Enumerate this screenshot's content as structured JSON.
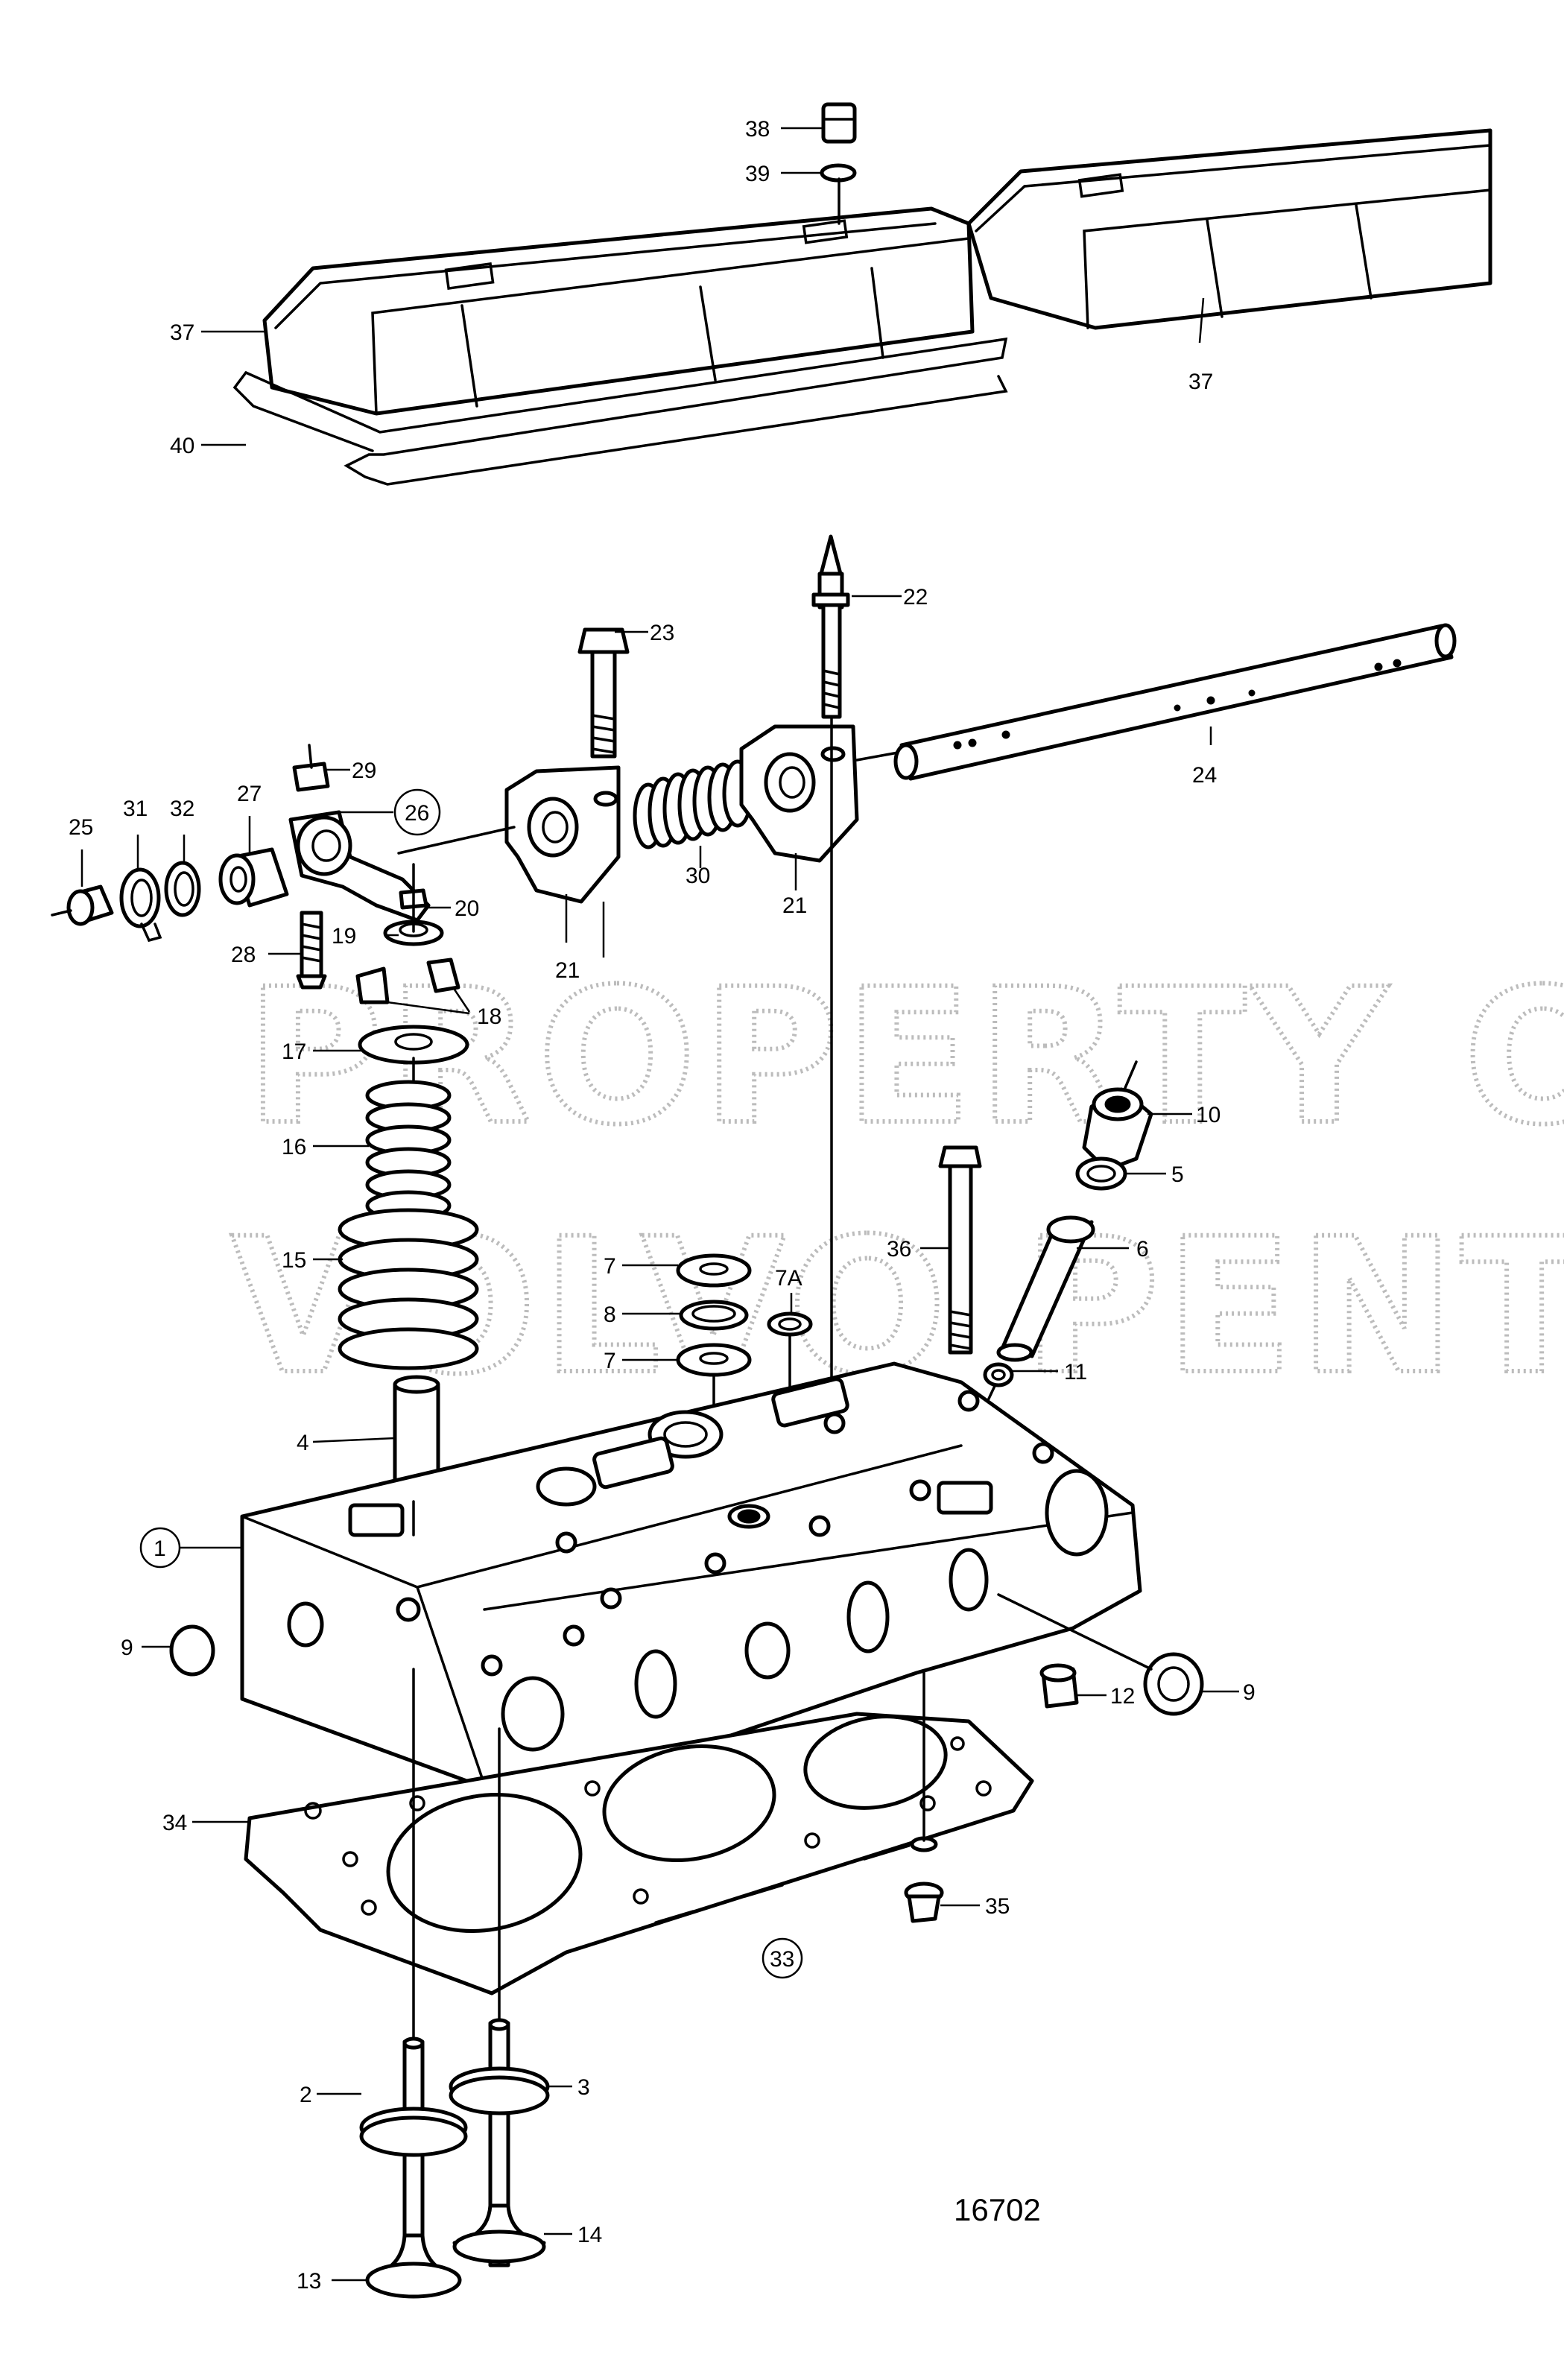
{
  "drawing_number": "16702",
  "watermark": {
    "line1": "PROPERTY OF",
    "line2": "VOLVO PENTA"
  },
  "callouts": [
    {
      "id": "c38",
      "label": "38",
      "circled": false
    },
    {
      "id": "c39",
      "label": "39",
      "circled": false
    },
    {
      "id": "c37a",
      "label": "37",
      "circled": false
    },
    {
      "id": "c37b",
      "label": "37",
      "circled": false
    },
    {
      "id": "c40",
      "label": "40",
      "circled": false
    },
    {
      "id": "c22",
      "label": "22",
      "circled": false
    },
    {
      "id": "c23",
      "label": "23",
      "circled": false
    },
    {
      "id": "c24",
      "label": "24",
      "circled": false
    },
    {
      "id": "c29",
      "label": "29",
      "circled": false
    },
    {
      "id": "c26",
      "label": "26",
      "circled": true
    },
    {
      "id": "c25",
      "label": "25",
      "circled": false
    },
    {
      "id": "c31",
      "label": "31",
      "circled": false
    },
    {
      "id": "c32",
      "label": "32",
      "circled": false
    },
    {
      "id": "c27",
      "label": "27",
      "circled": false
    },
    {
      "id": "c30",
      "label": "30",
      "circled": false
    },
    {
      "id": "c21a",
      "label": "21",
      "circled": false
    },
    {
      "id": "c21b",
      "label": "21",
      "circled": false
    },
    {
      "id": "c20",
      "label": "20",
      "circled": false
    },
    {
      "id": "c19",
      "label": "19",
      "circled": false
    },
    {
      "id": "c28",
      "label": "28",
      "circled": false
    },
    {
      "id": "c18",
      "label": "18",
      "circled": false
    },
    {
      "id": "c17",
      "label": "17",
      "circled": false
    },
    {
      "id": "c16",
      "label": "16",
      "circled": false
    },
    {
      "id": "c15",
      "label": "15",
      "circled": false
    },
    {
      "id": "c4",
      "label": "4",
      "circled": false
    },
    {
      "id": "c10",
      "label": "10",
      "circled": false
    },
    {
      "id": "c5",
      "label": "5",
      "circled": false
    },
    {
      "id": "c6",
      "label": "6",
      "circled": false
    },
    {
      "id": "c7a",
      "label": "7",
      "circled": false
    },
    {
      "id": "c8",
      "label": "8",
      "circled": false
    },
    {
      "id": "c7b",
      "label": "7",
      "circled": false
    },
    {
      "id": "c7A",
      "label": "7A",
      "circled": false
    },
    {
      "id": "c36",
      "label": "36",
      "circled": false
    },
    {
      "id": "c11",
      "label": "11",
      "circled": false
    },
    {
      "id": "c1",
      "label": "1",
      "circled": true
    },
    {
      "id": "c9a",
      "label": "9",
      "circled": false
    },
    {
      "id": "c9b",
      "label": "9",
      "circled": false
    },
    {
      "id": "c12",
      "label": "12",
      "circled": false
    },
    {
      "id": "c34",
      "label": "34",
      "circled": false
    },
    {
      "id": "c35",
      "label": "35",
      "circled": false
    },
    {
      "id": "c33",
      "label": "33",
      "circled": true
    },
    {
      "id": "c2",
      "label": "2",
      "circled": false
    },
    {
      "id": "c3",
      "label": "3",
      "circled": false
    },
    {
      "id": "c14",
      "label": "14",
      "circled": false
    },
    {
      "id": "c13",
      "label": "13",
      "circled": false
    }
  ]
}
